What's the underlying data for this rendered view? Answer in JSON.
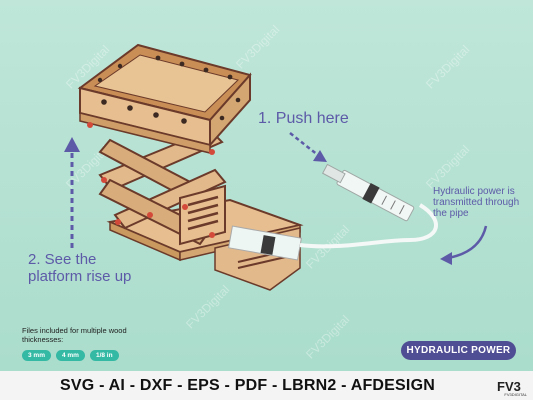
{
  "labels": {
    "push_here": "1. Push here",
    "see_rise": "2. See the platform rise up",
    "hydraulic_note": "Hydraulic power is transmitted through the pipe",
    "files_note": "Files included for multiple wood thicknesses:",
    "badge": "HYDRAULIC POWER",
    "formats": "SVG - AI - DXF - EPS - PDF - LBRN2 - AFDESIGN"
  },
  "thickness_chips": [
    "3 mm",
    "4 mm",
    "1/8 in"
  ],
  "watermark": "FV3Digital",
  "logo": {
    "mark": "FV3",
    "sub": "FV3DIGITAL"
  },
  "colors": {
    "background": "#b7e2d4",
    "accent_text": "#5d5aa8",
    "chip": "#34b9a4",
    "badge": "#4f4d93",
    "wood": "#e2b98a",
    "wood_edge": "#6b3a2a",
    "peg": "#d44a3a"
  }
}
